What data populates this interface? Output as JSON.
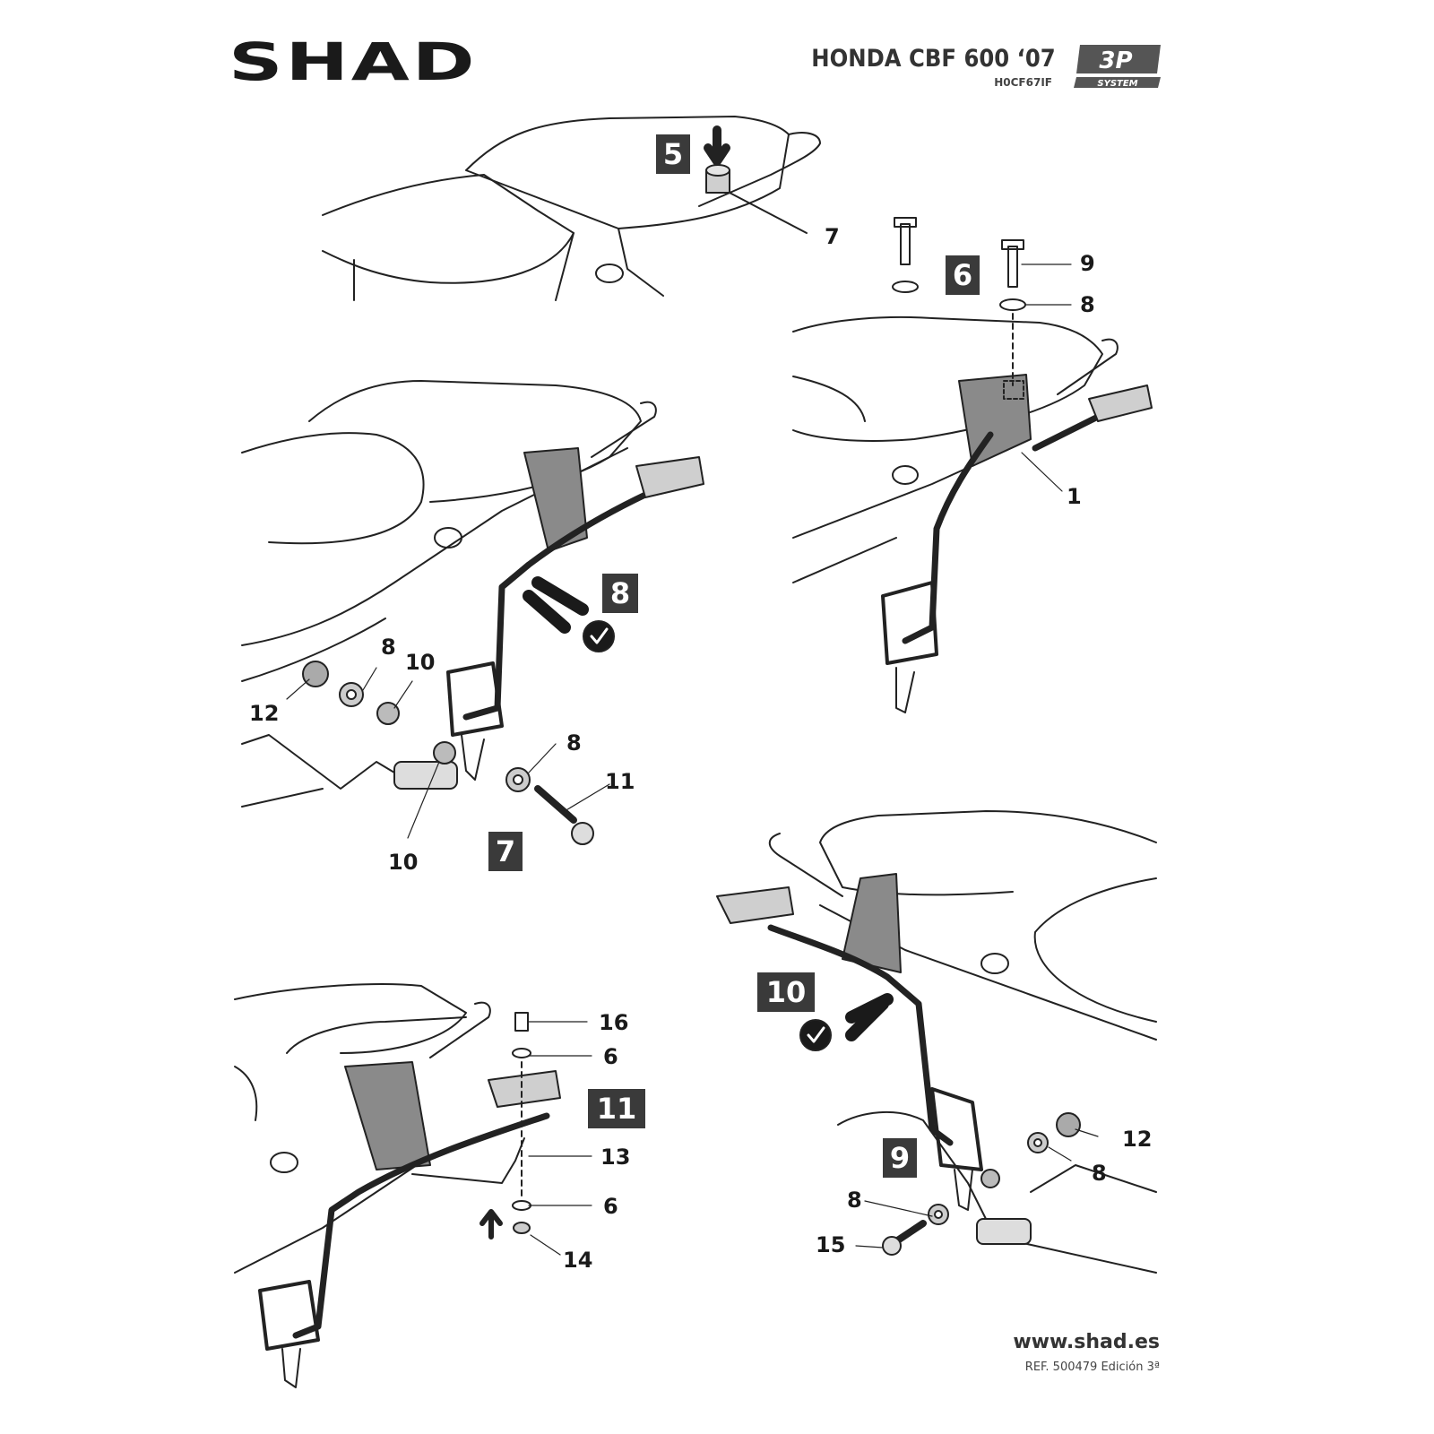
{
  "header": {
    "brand": "SHAD",
    "model": "HONDA CBF 600 ‘07",
    "ref_code": "H0CF67IF",
    "system_badge_main": "3P",
    "system_badge_sub": "SYSTEM"
  },
  "steps": [
    "5",
    "6",
    "8",
    "7",
    "11",
    "10",
    "9"
  ],
  "callouts": {
    "s5": [
      "7"
    ],
    "s6": [
      "9",
      "8",
      "1"
    ],
    "s8": [
      "8",
      "10",
      "12",
      "8",
      "11",
      "10"
    ],
    "s11": [
      "16",
      "6",
      "13",
      "6",
      "14"
    ],
    "s10": [
      "12",
      "8",
      "8",
      "15"
    ]
  },
  "footer": {
    "website": "www.shad.es",
    "edition": "REF. 500479 Edición 3ª"
  },
  "colors": {
    "ink": "#1a1a1a",
    "step_bg": "#3a3a3a",
    "part_fill": "#8a8a8a",
    "line": "#222222"
  }
}
